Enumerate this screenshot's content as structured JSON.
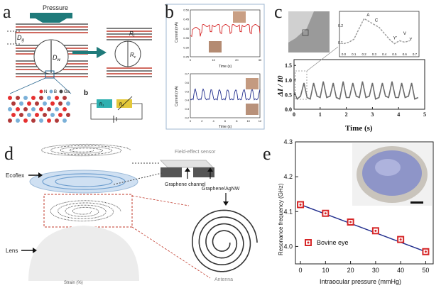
{
  "panel_letters": {
    "a": "a",
    "b": "b",
    "c": "c",
    "d": "d",
    "e": "e"
  },
  "panel_a": {
    "pressure_label": "Pressure",
    "d_gap": "D",
    "d_gap_sub": "g",
    "d_well": "D",
    "d_well_sub": "w",
    "r_top": "R",
    "r_top_sub": "t",
    "r_center": "R",
    "r_center_sub": "c",
    "sub_letter": "b",
    "r1_label": "R₁",
    "r2_label": "R₂",
    "legend": [
      "N",
      "B",
      "Ga"
    ]
  },
  "panel_b": {
    "top": {
      "ylabel": "Current (mA)",
      "xlabel": "Time (s)",
      "yticks": [
        "0.25",
        "0.30",
        "0.35",
        "0.40",
        "0.45",
        "0.50"
      ],
      "xticks": [
        "0",
        "10",
        "20",
        "30"
      ]
    },
    "bottom": {
      "ylabel": "Current (mA)",
      "xlabel": "Time (s)",
      "yticks": [
        "0.2",
        "0.3",
        "0.4",
        "0.5",
        "0.6",
        "0.7"
      ],
      "xticks": [
        "0",
        "2",
        "4",
        "6",
        "8",
        "10",
        "12"
      ]
    }
  },
  "panel_c": {
    "ylabel": "ΔI / I0",
    "xlabel": "Time (s)",
    "yticks": [
      "0.0",
      "0.5",
      "1.0",
      "1.5"
    ],
    "xticks": [
      "0",
      "1",
      "2",
      "3",
      "4",
      "5"
    ],
    "inset": {
      "yticks": [
        "0.1",
        "0.2"
      ],
      "xticks": [
        "0.0",
        "0.1",
        "0.2",
        "0.3",
        "0.4",
        "0.5",
        "0.6",
        "0.7"
      ],
      "points": [
        "A",
        "C",
        "Y'",
        "V",
        "Y"
      ]
    }
  },
  "panel_d": {
    "field_effect": "Field-effect sensor",
    "ecoflex": "Ecoflex",
    "graphene_channel": "Graphene channel",
    "graphene_agnw": "Graphene/AgNW",
    "lens": "Lens",
    "antenna": "Antenna",
    "strain": "Strain (%)"
  },
  "chart_data": [
    {
      "type": "line",
      "title": "",
      "xlabel": "Time (s)",
      "ylabel": "ΔI / I0",
      "xlim": [
        0,
        5
      ],
      "ylim": [
        0,
        1.7
      ],
      "series": [
        {
          "name": "",
          "x": [
            0,
            0.12,
            0.25,
            0.38,
            0.5,
            0.62,
            0.75,
            0.88,
            1.0,
            1.12,
            1.25,
            1.38,
            1.5,
            1.62,
            1.75,
            1.88,
            2.0,
            2.12,
            2.25,
            2.38,
            2.5,
            2.62,
            2.75,
            2.88,
            3.0,
            3.12,
            3.25,
            3.38,
            3.5,
            3.62,
            3.75,
            3.88,
            4.0,
            4.12,
            4.25,
            4.38,
            4.5,
            4.62,
            4.75
          ],
          "y": [
            0.6,
            0.35,
            0.45,
            0.9,
            0.4,
            0.35,
            0.9,
            0.45,
            0.4,
            0.95,
            0.4,
            0.45,
            0.9,
            0.4,
            0.35,
            0.95,
            0.4,
            0.4,
            0.9,
            0.45,
            0.4,
            0.95,
            0.4,
            0.45,
            0.9,
            0.35,
            0.4,
            0.9,
            0.45,
            0.4,
            0.95,
            0.4,
            0.4,
            0.9,
            0.4,
            0.45,
            0.9,
            0.35,
            0.4
          ]
        }
      ]
    },
    {
      "type": "scatter",
      "title": "",
      "xlabel": "Intraocular pressure (mmHg)",
      "ylabel": "Resonance frequency (GHz)",
      "xlim": [
        -2,
        53
      ],
      "ylim": [
        3.95,
        4.3
      ],
      "xticks": [
        "0",
        "10",
        "20",
        "30",
        "40",
        "50"
      ],
      "yticks": [
        "4.0",
        "4.1",
        "4.2",
        "4.3"
      ],
      "legend_position": "bottom-left",
      "series": [
        {
          "name": "Bovine eye",
          "x": [
            0,
            10,
            20,
            30,
            40,
            50
          ],
          "y": [
            4.12,
            4.095,
            4.07,
            4.045,
            4.02,
            3.985
          ]
        }
      ],
      "fit_line": {
        "x": [
          0,
          50
        ],
        "y": [
          4.12,
          3.985
        ]
      }
    }
  ],
  "colors": {
    "red": "#d62728",
    "blue": "#1f2c8c",
    "navy": "#2a2a7a",
    "teal": "#2a7c7a",
    "gray": "#6b6b6b"
  }
}
